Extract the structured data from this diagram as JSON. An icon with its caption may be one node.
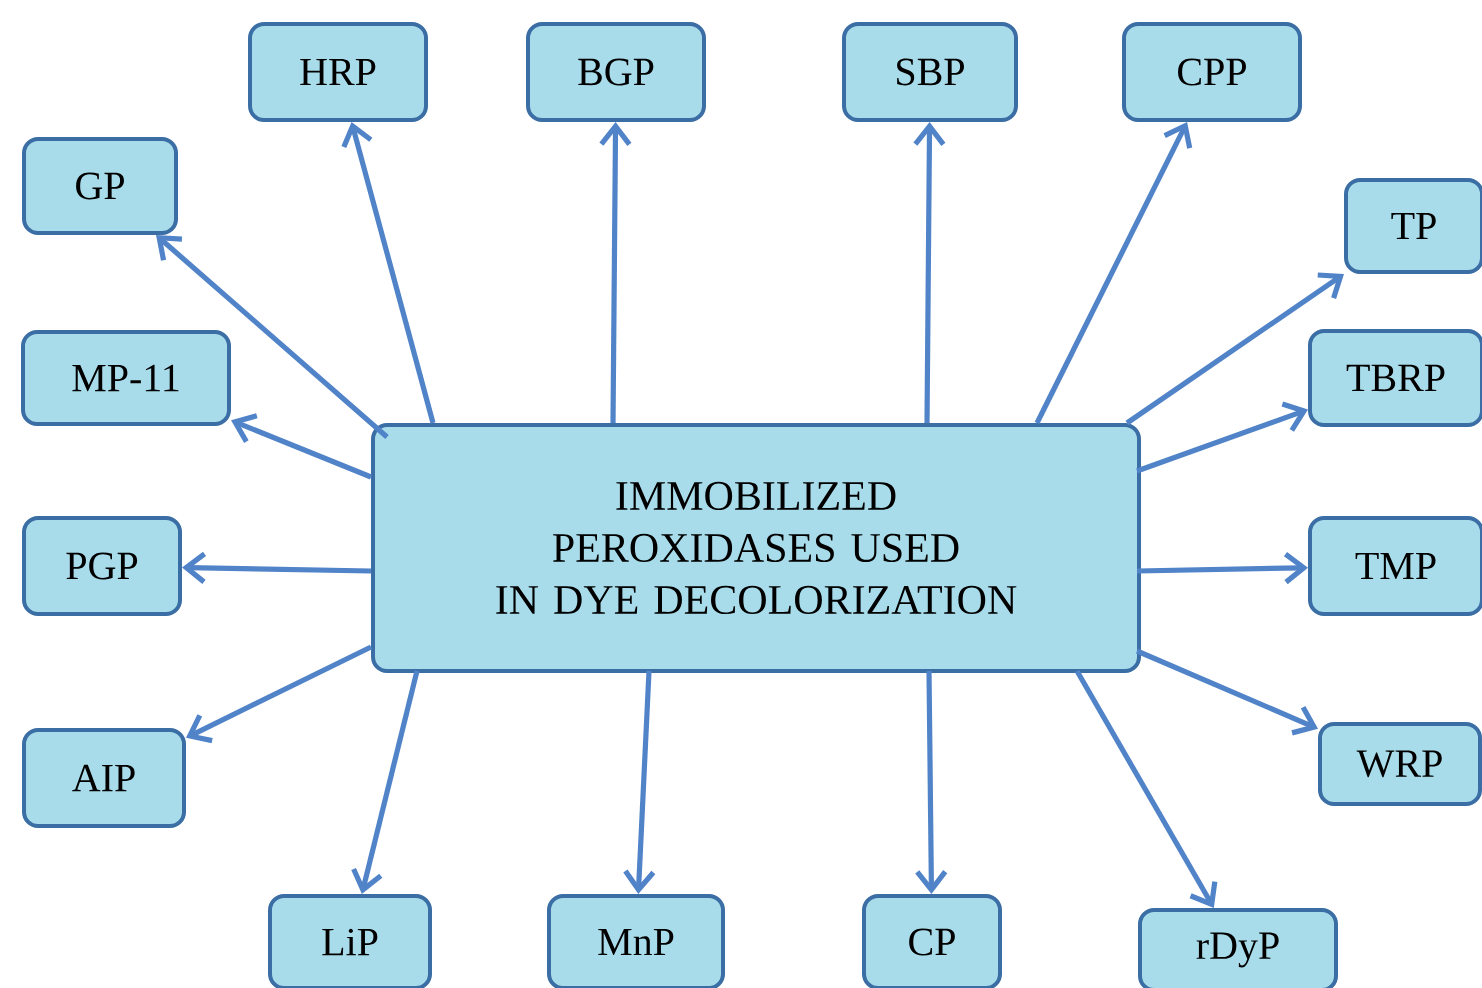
{
  "diagram": {
    "nodes": [
      {
        "text": [
          "IMMOBILIZED PEROXIDASES USED IN DYE DECOLORIZATION"
        ]
      },
      {
        "text": [
          "HRP"
        ]
      },
      {
        "text": [
          "BGP"
        ]
      },
      {
        "text": [
          "SBP"
        ]
      },
      {
        "text": [
          "CPP"
        ]
      },
      {
        "text": [
          "GP"
        ]
      },
      {
        "text": [
          "TP"
        ]
      },
      {
        "text": [
          "MP-11"
        ]
      },
      {
        "text": [
          "TBRP"
        ]
      },
      {
        "text": [
          "PGP"
        ]
      },
      {
        "text": [
          "TMP"
        ]
      },
      {
        "text": [
          "AIP"
        ]
      },
      {
        "text": [
          "WRP"
        ]
      },
      {
        "text": [
          "LiP"
        ]
      },
      {
        "text": [
          "MnP"
        ]
      },
      {
        "text": [
          "CP"
        ]
      },
      {
        "text": [
          "rDyP"
        ]
      }
    ],
    "edges": [
      {
        "from": 0,
        "to": 1,
        "arrow": "to"
      },
      {
        "from": 0,
        "to": 2,
        "arrow": "to"
      },
      {
        "from": 0,
        "to": 3,
        "arrow": "to"
      },
      {
        "from": 0,
        "to": 4,
        "arrow": "to"
      },
      {
        "from": 0,
        "to": 5,
        "arrow": "to"
      },
      {
        "from": 0,
        "to": 6,
        "arrow": "to"
      },
      {
        "from": 0,
        "to": 7,
        "arrow": "to"
      },
      {
        "from": 0,
        "to": 8,
        "arrow": "to"
      },
      {
        "from": 0,
        "to": 9,
        "arrow": "to"
      },
      {
        "from": 0,
        "to": 10,
        "arrow": "to"
      },
      {
        "from": 0,
        "to": 11,
        "arrow": "to"
      },
      {
        "from": 0,
        "to": 12,
        "arrow": "to"
      },
      {
        "from": 0,
        "to": 13,
        "arrow": "to"
      },
      {
        "from": 0,
        "to": 14,
        "arrow": "to"
      },
      {
        "from": 0,
        "to": 15,
        "arrow": "to"
      },
      {
        "from": 0,
        "to": 16,
        "arrow": "to"
      }
    ]
  }
}
